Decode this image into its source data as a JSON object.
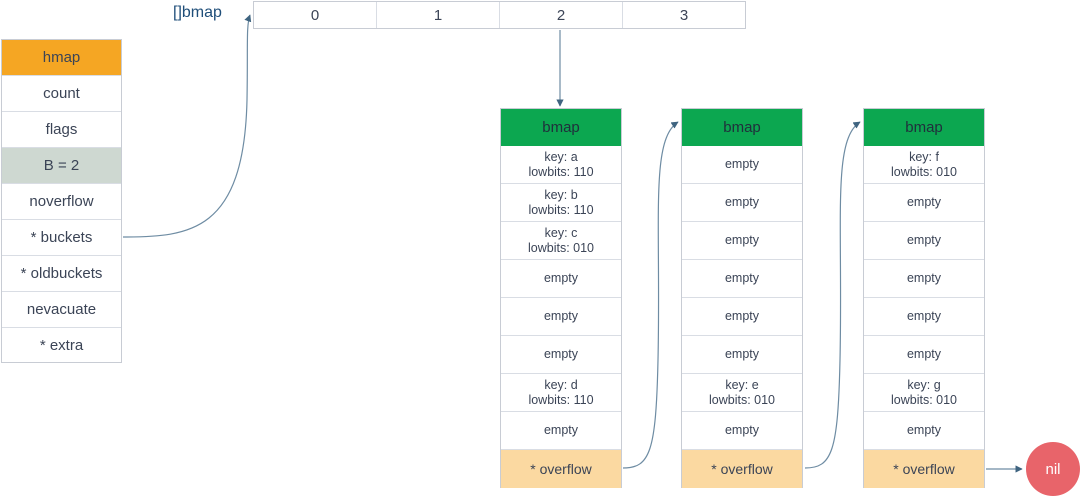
{
  "diagram": {
    "title": "Go map runtime structure: hmap, []bmap bucket array and bmap buckets with overflow chain",
    "colors": {
      "hmap_header": "#F5A623",
      "hmap_highlight": "#CED8D1",
      "bmap_header": "#0CA750",
      "overflow_row": "#FBD9A1",
      "nil_node": "#E8646A",
      "edge_stroke": "#6e8ca3",
      "text": "#3B4456",
      "label_blue": "#1F4E79",
      "border": "#C8CCD4"
    }
  },
  "hmap": {
    "rows": [
      {
        "label": "hmap",
        "style": "header-orange"
      },
      {
        "label": "count",
        "style": "plain"
      },
      {
        "label": "flags",
        "style": "plain"
      },
      {
        "label": "B = 2",
        "style": "highlight-gray"
      },
      {
        "label": "noverflow",
        "style": "plain"
      },
      {
        "label": "* buckets",
        "style": "plain"
      },
      {
        "label": "* oldbuckets",
        "style": "plain"
      },
      {
        "label": "nevacuate",
        "style": "plain"
      },
      {
        "label": "* extra",
        "style": "plain"
      }
    ]
  },
  "bucket_array": {
    "label": "[]bmap",
    "cells": [
      "0",
      "1",
      "2",
      "3"
    ]
  },
  "buckets": [
    {
      "header": "bmap",
      "slots": [
        {
          "type": "key",
          "key": "key: a",
          "lowbits": "lowbits: 110"
        },
        {
          "type": "key",
          "key": "key: b",
          "lowbits": "lowbits: 110"
        },
        {
          "type": "key",
          "key": "key: c",
          "lowbits": "lowbits: 010"
        },
        {
          "type": "empty",
          "label": "empty"
        },
        {
          "type": "empty",
          "label": "empty"
        },
        {
          "type": "empty",
          "label": "empty"
        },
        {
          "type": "key",
          "key": "key: d",
          "lowbits": "lowbits: 110"
        },
        {
          "type": "empty",
          "label": "empty"
        }
      ],
      "overflow": "* overflow"
    },
    {
      "header": "bmap",
      "slots": [
        {
          "type": "empty",
          "label": "empty"
        },
        {
          "type": "empty",
          "label": "empty"
        },
        {
          "type": "empty",
          "label": "empty"
        },
        {
          "type": "empty",
          "label": "empty"
        },
        {
          "type": "empty",
          "label": "empty"
        },
        {
          "type": "empty",
          "label": "empty"
        },
        {
          "type": "key",
          "key": "key: e",
          "lowbits": "lowbits: 010"
        },
        {
          "type": "empty",
          "label": "empty"
        }
      ],
      "overflow": "* overflow"
    },
    {
      "header": "bmap",
      "slots": [
        {
          "type": "key",
          "key": "key: f",
          "lowbits": "lowbits: 010"
        },
        {
          "type": "empty",
          "label": "empty"
        },
        {
          "type": "empty",
          "label": "empty"
        },
        {
          "type": "empty",
          "label": "empty"
        },
        {
          "type": "empty",
          "label": "empty"
        },
        {
          "type": "empty",
          "label": "empty"
        },
        {
          "type": "key",
          "key": "key: g",
          "lowbits": "lowbits: 010"
        },
        {
          "type": "empty",
          "label": "empty"
        }
      ],
      "overflow": "* overflow"
    }
  ],
  "nil_node": {
    "label": "nil"
  },
  "edges": [
    {
      "name": "buckets-to-array",
      "from": "hmap.* buckets",
      "to": "bucket_array.cell0"
    },
    {
      "name": "array-cell2-to-bucket0",
      "from": "bucket_array.2",
      "to": "buckets.0.header"
    },
    {
      "name": "overflow0-to-bucket1",
      "from": "buckets.0.overflow",
      "to": "buckets.1.header"
    },
    {
      "name": "overflow1-to-bucket2",
      "from": "buckets.1.overflow",
      "to": "buckets.2.header"
    },
    {
      "name": "overflow2-to-nil",
      "from": "buckets.2.overflow",
      "to": "nil_node"
    }
  ]
}
